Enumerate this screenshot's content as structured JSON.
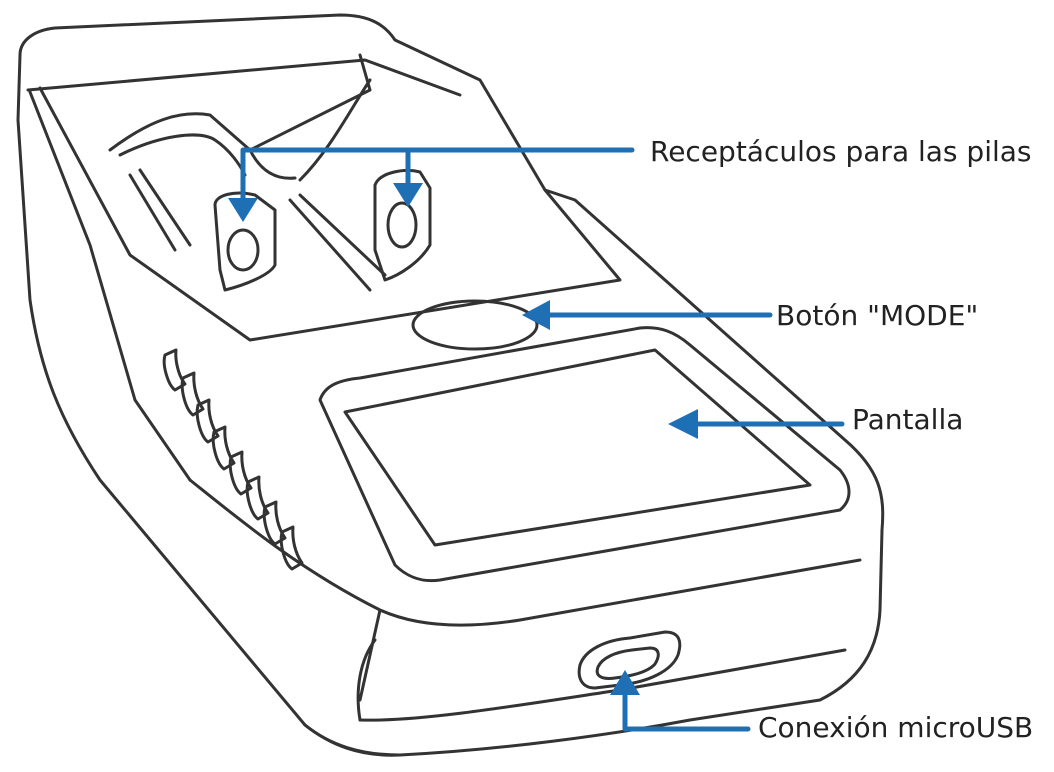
{
  "diagram": {
    "callouts": [
      {
        "id": "battery-slots",
        "label": "Receptáculos para las pilas"
      },
      {
        "id": "mode-button",
        "label": "Botón \"MODE\""
      },
      {
        "id": "screen",
        "label": "Pantalla"
      },
      {
        "id": "microusb",
        "label": "Conexión microUSB"
      }
    ],
    "colors": {
      "arrow": "#1f6fb5",
      "line_art": "#333333",
      "background": "#ffffff"
    }
  }
}
